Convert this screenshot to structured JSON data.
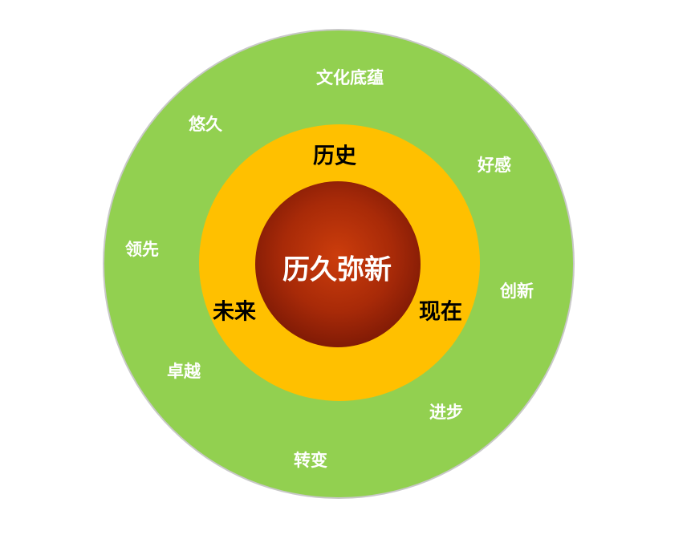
{
  "colors": {
    "outer_ring": "#92d050",
    "middle_ring": "#ffc000",
    "core": "#a82a08"
  },
  "core": {
    "label": "历久弥新"
  },
  "middle_ring": {
    "labels": [
      "历史",
      "未来",
      "现在"
    ]
  },
  "outer_ring": {
    "labels": [
      "文化底蕴",
      "悠久",
      "好感",
      "领先",
      "创新",
      "卓越",
      "进步",
      "转变"
    ]
  }
}
